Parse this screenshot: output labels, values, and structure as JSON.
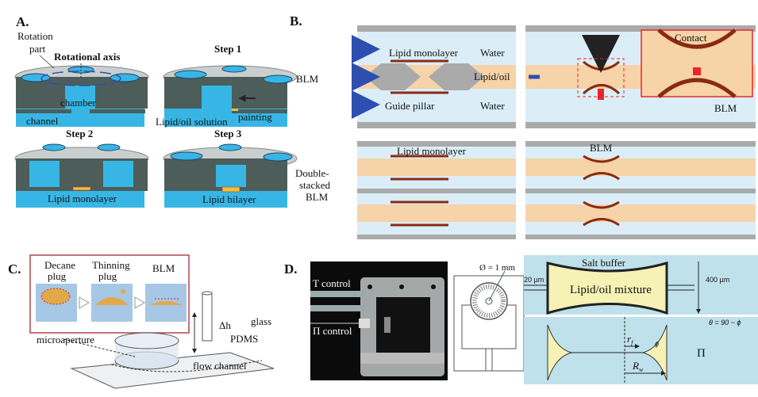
{
  "panels": {
    "a": "A.",
    "b": "B.",
    "c": "C.",
    "d": "D."
  },
  "panel_a": {
    "rotation_part": [
      "Rotation",
      "part"
    ],
    "rotational_axis": "Rotational axis",
    "chamber": "chamber",
    "channel": "channel",
    "step1": "Step 1",
    "step2": "Step 2",
    "step3": "Step 3",
    "lipid_oil_solution": "Lipid/oil solution",
    "painting": "painting",
    "lipid_monolayer": "Lipid monolayer",
    "lipid_bilayer": "Lipid bilayer"
  },
  "panel_b": {
    "blm_row": "BLM",
    "double_row": [
      "Double-",
      "stacked",
      "BLM"
    ],
    "lipid_monolayer": "Lipid monolayer",
    "water_top": "Water",
    "lipid_oil": "Lipid/oil",
    "guide_pillar": "Guide pillar",
    "water_bottom": "Water",
    "contact": "Contact",
    "blm_inset": "BLM",
    "lipid_monolayer_lower": "Lipid monolayer",
    "blm_lower": "BLM"
  },
  "panel_c": {
    "decane_plug": [
      "Decane",
      "plug"
    ],
    "thinning_plug": [
      "Thinning",
      "plug"
    ],
    "blm": "BLM",
    "delta_h": "Δh",
    "glass": "glass",
    "pdms": "PDMS",
    "microaperture": "microaperture",
    "flow_channel": "flow channel"
  },
  "panel_d": {
    "t_control": "T control",
    "pi_control": "Π control",
    "diameter": "Ø = 1 mm",
    "salt_buffer": "Salt buffer",
    "lipid_oil_mixture": "Lipid/oil mixture",
    "gap": "20 µm",
    "height": "400 µm",
    "angle": "θ = 90 − ϕ",
    "phi": "ϕ",
    "rf": "r",
    "rf_sub": "f",
    "rw": "R",
    "rw_sub": "w",
    "pi": "Π"
  },
  "colors": {
    "water": "#37b6e6",
    "device": "#4d5d59",
    "lid": "#c9cfcf",
    "oil": "#f6d3a8",
    "channel": "#dbeef8",
    "arrow_blue": "#2e4fb0",
    "arrow_red": "#e8262a",
    "yellow": "#f6f2b6"
  }
}
